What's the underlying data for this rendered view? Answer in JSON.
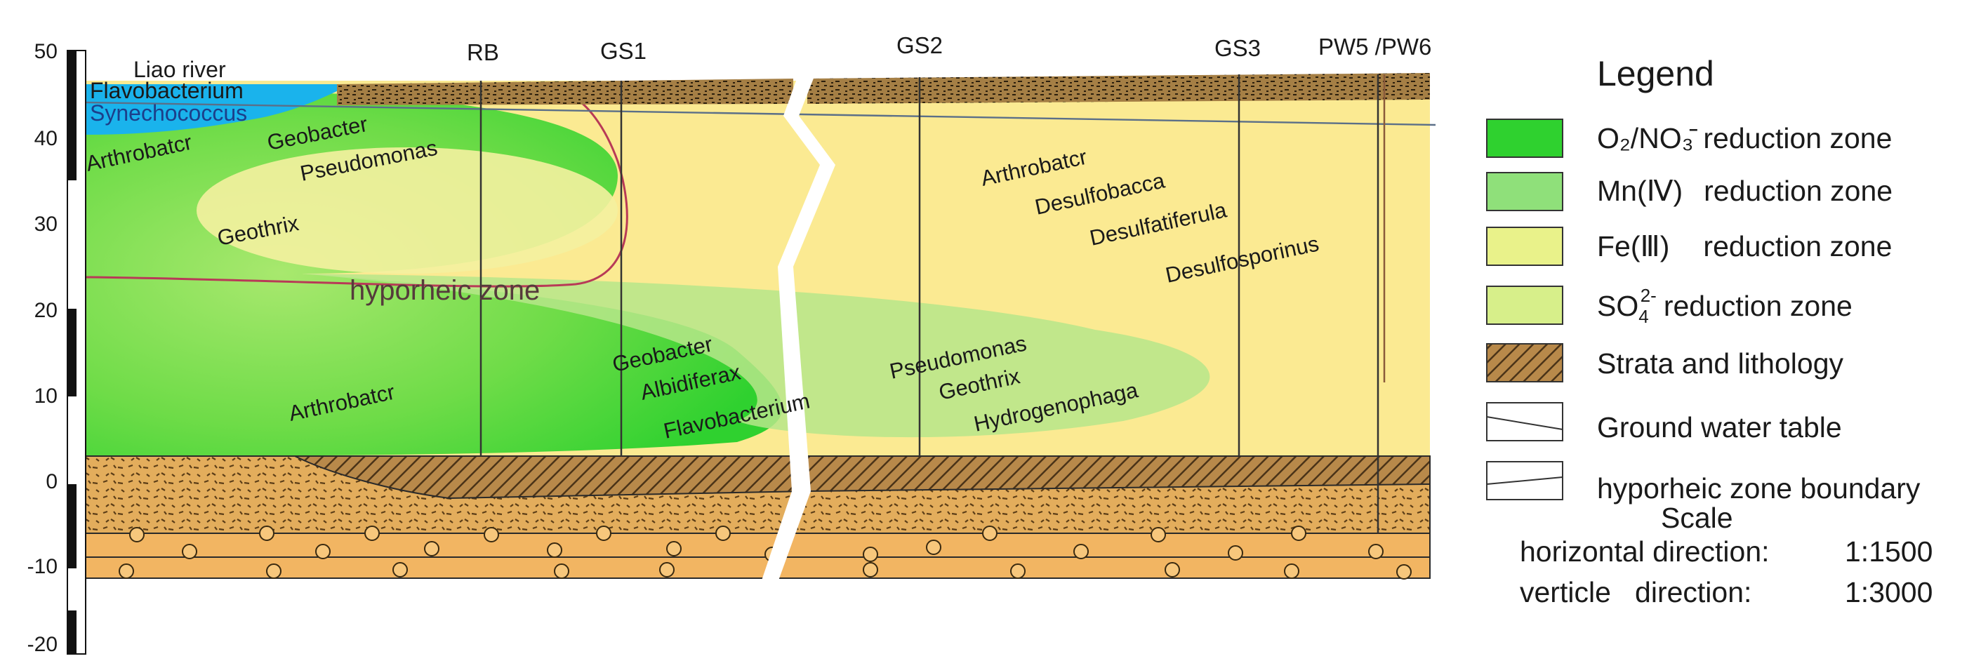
{
  "scale_bar": {
    "ticks": [
      "50",
      "40",
      "30",
      "20",
      "10",
      "0",
      "-10",
      "-20"
    ]
  },
  "wells": [
    "RB",
    "GS1",
    "GS2",
    "GS3",
    "PW5 /PW6"
  ],
  "labels": {
    "river": "Liao river",
    "flavobacterium_top": "Flavobacterium",
    "synechococcus": "Synechococcus",
    "hyporheic": "hyporheic zone"
  },
  "species": {
    "s1": "Arthrobatcr",
    "s2": "Geobacter",
    "s3": "Pseudomonas",
    "s4": "Geothrix",
    "s5": "Geobacter",
    "s6": "Albidiferax",
    "s7": "Flavobacterium",
    "s8": "Arthrobatcr",
    "s9": "Arthrobatcr",
    "s10": "Desulfobacca",
    "s11": "Desulfatiferula",
    "s12": "Desulfosporinus",
    "s13": "Pseudomonas",
    "s14": "Geothrix",
    "s15": "Hydrogenophaga"
  },
  "legend": {
    "title": "Legend",
    "o2_formula": "O₂/NO₃̄",
    "o2_zone": "reduction zone",
    "mn_label": "Mn(Ⅳ)",
    "mn_zone": "reduction zone",
    "fe_label": "Fe(Ⅲ)",
    "fe_zone": "reduction zone",
    "so4_base": "SO",
    "so4_sub": "4",
    "so4_sup": "2-",
    "so4_zone": "reduction zone",
    "strata": "Strata and lithology",
    "water_table": "Ground water table",
    "hyporheic_boundary": "hyporheic zone boundary"
  },
  "scale_info": {
    "title": "Scale",
    "horizontal_label": "horizontal direction:",
    "horizontal_value": "1:1500",
    "vertical_label": "verticle   direction:",
    "vertical_value": "1:3000"
  },
  "colors": {
    "o2_zone": "#2fd12f",
    "mn_zone": "#8fe07a",
    "fe_zone": "#e9f28a",
    "so4_zone": "#d7ef8a",
    "fill_yellow": "#fbea92",
    "river_blue": "#1ab3ec",
    "sand": "#f0b860",
    "strata_brown": "#8a6532",
    "boundary": "#b83a57"
  }
}
